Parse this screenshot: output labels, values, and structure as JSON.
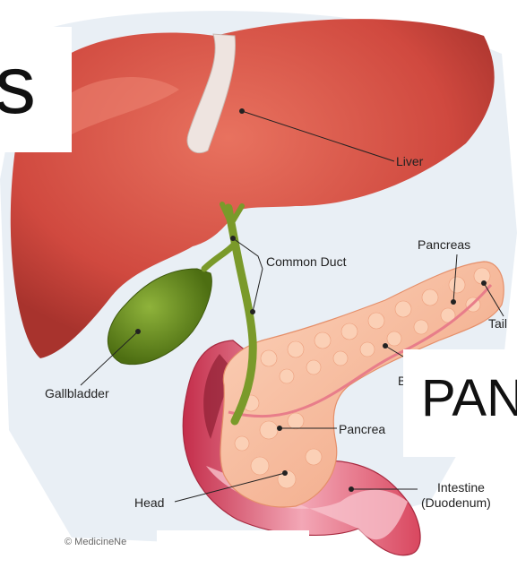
{
  "labels": {
    "liver": "Liver",
    "common_duct": "Common Duct",
    "pancreas_top": "Pancreas",
    "tail": "Tail",
    "gallbladder": "Gallbladder",
    "body_partial": "B",
    "pancreatic_duct_partial": "Pancrea",
    "head": "Head",
    "intestine": "Intestine",
    "duodenum": "(Duodenum)"
  },
  "credit": "© MedicineNe",
  "overlays": {
    "top_left_letter": "s",
    "right_word": "PAN"
  },
  "colors": {
    "liver": "#d8564a",
    "gallbladder": "#6b8f1e",
    "pancreas": "#f6b89a",
    "duodenum": "#d9475f",
    "background_wash": "#dfe8f0"
  }
}
